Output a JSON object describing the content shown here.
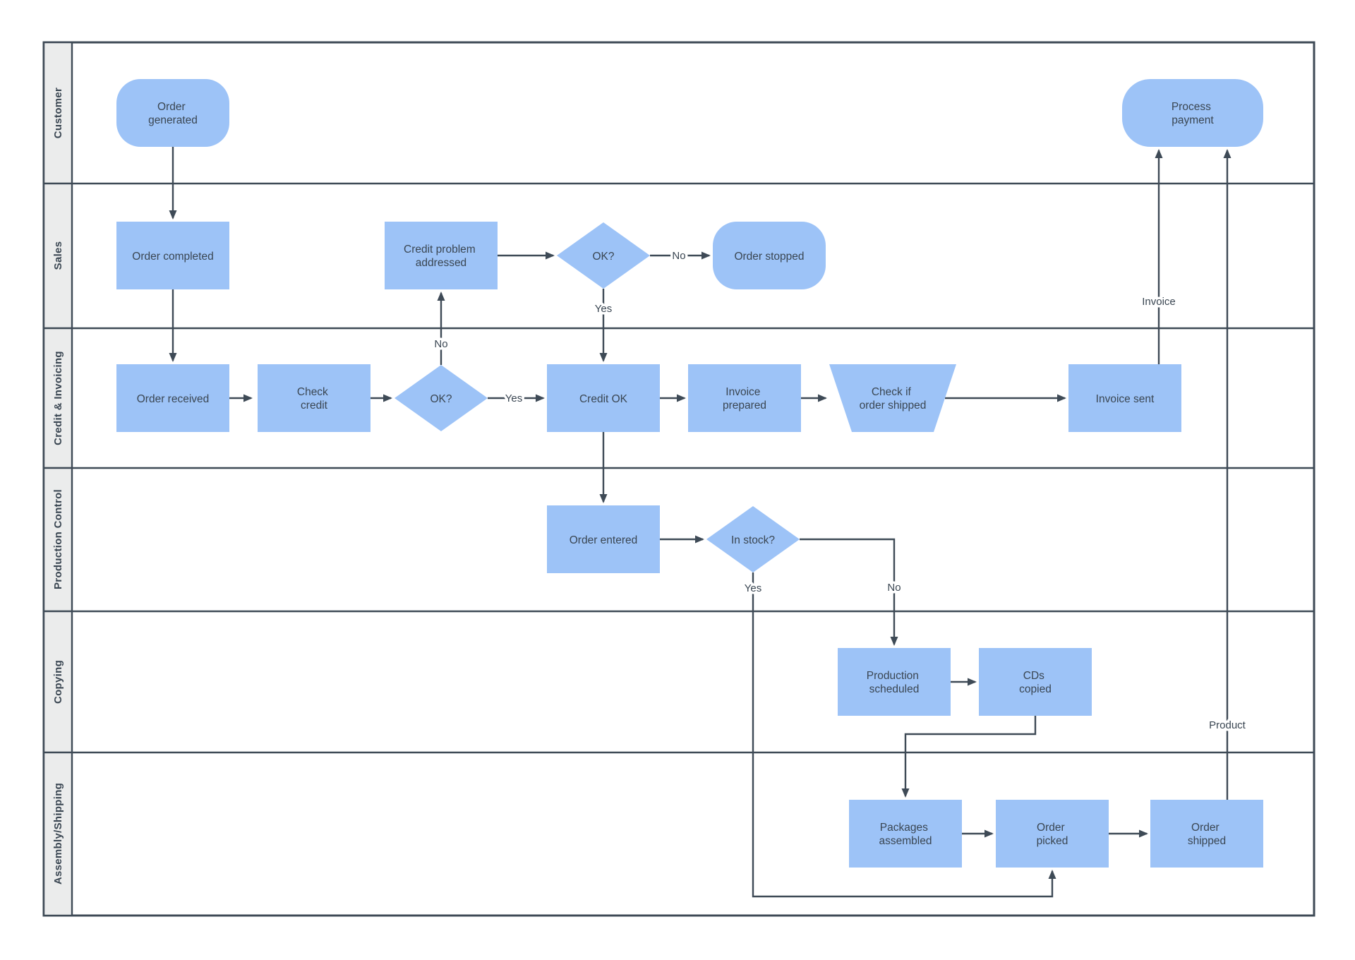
{
  "diagram_type": "cross-functional flowchart (swimlanes)",
  "colors": {
    "node_fill": "#9DC3F7",
    "line": "#3E4A56",
    "lane_label_bg": "#EBECEC",
    "text": "#3A4652",
    "background": "#FFFFFF"
  },
  "lanes": [
    {
      "label": "Customer"
    },
    {
      "label": "Sales"
    },
    {
      "label": "Credit & Invoicing"
    },
    {
      "label": "Production Control"
    },
    {
      "label": "Copying"
    },
    {
      "label": "Assembly/Shipping"
    }
  ],
  "nodes": {
    "order_generated": {
      "type": "terminator",
      "lane": "Customer",
      "lines": [
        "Order",
        "generated"
      ]
    },
    "process_payment": {
      "type": "terminator",
      "lane": "Customer",
      "lines": [
        "Process",
        "payment"
      ]
    },
    "order_completed": {
      "type": "process",
      "lane": "Sales",
      "lines": [
        "Order completed"
      ]
    },
    "credit_problem_addressed": {
      "type": "process",
      "lane": "Sales",
      "lines": [
        "Credit problem",
        "addressed"
      ]
    },
    "ok_sales": {
      "type": "decision",
      "lane": "Sales",
      "lines": [
        "OK?"
      ]
    },
    "order_stopped": {
      "type": "terminator",
      "lane": "Sales",
      "lines": [
        "Order stopped"
      ]
    },
    "order_received": {
      "type": "process",
      "lane": "Credit & Invoicing",
      "lines": [
        "Order received"
      ]
    },
    "check_credit": {
      "type": "process",
      "lane": "Credit & Invoicing",
      "lines": [
        "Check",
        "credit"
      ]
    },
    "ok_credit": {
      "type": "decision",
      "lane": "Credit & Invoicing",
      "lines": [
        "OK?"
      ]
    },
    "credit_ok": {
      "type": "process",
      "lane": "Credit & Invoicing",
      "lines": [
        "Credit OK"
      ]
    },
    "invoice_prepared": {
      "type": "process",
      "lane": "Credit & Invoicing",
      "lines": [
        "Invoice",
        "prepared"
      ]
    },
    "check_if_order_shipped": {
      "type": "trapezoid",
      "lane": "Credit & Invoicing",
      "lines": [
        "Check if",
        "order shipped"
      ]
    },
    "invoice_sent": {
      "type": "process",
      "lane": "Credit & Invoicing",
      "lines": [
        "Invoice sent"
      ]
    },
    "order_entered": {
      "type": "process",
      "lane": "Production Control",
      "lines": [
        "Order entered"
      ]
    },
    "in_stock": {
      "type": "decision",
      "lane": "Production Control",
      "lines": [
        "In stock?"
      ]
    },
    "production_scheduled": {
      "type": "process",
      "lane": "Copying",
      "lines": [
        "Production",
        "scheduled"
      ]
    },
    "cds_copied": {
      "type": "process",
      "lane": "Copying",
      "lines": [
        "CDs",
        "copied"
      ]
    },
    "packages_assembled": {
      "type": "process",
      "lane": "Assembly/Shipping",
      "lines": [
        "Packages",
        "assembled"
      ]
    },
    "order_picked": {
      "type": "process",
      "lane": "Assembly/Shipping",
      "lines": [
        "Order",
        "picked"
      ]
    },
    "order_shipped": {
      "type": "process",
      "lane": "Assembly/Shipping",
      "lines": [
        "Order",
        "shipped"
      ]
    }
  },
  "edge_labels": {
    "ok_credit_yes": "Yes",
    "ok_credit_no": "No",
    "ok_sales_no": "No",
    "ok_sales_yes": "Yes",
    "invoice": "Invoice",
    "in_stock_no": "No",
    "in_stock_yes": "Yes",
    "product": "Product"
  }
}
